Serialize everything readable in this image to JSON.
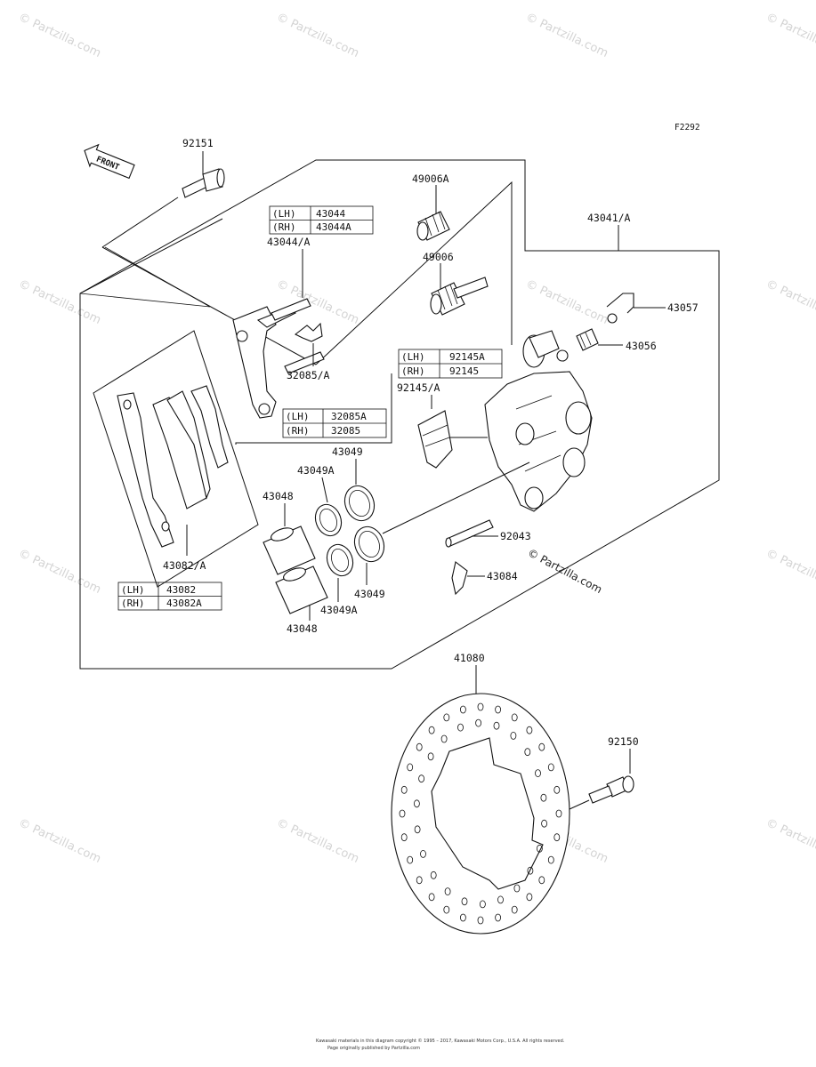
{
  "figure_code": "F2292",
  "front_arrow_label": "FRONT",
  "callouts": {
    "bolt_top": "92151",
    "bolt_disc": "92150",
    "disc": "41080",
    "caliper_assy": "43041/A",
    "holder": "43044/A",
    "boot_a": "49006A",
    "boot": "49006",
    "bleed_cap": "43057",
    "bleed_valve": "43056",
    "spring": "32085/A",
    "spring_clip": "92145/A",
    "pads": "43082/A",
    "seal_a_top": "43049A",
    "seal_top": "43049",
    "piston_top": "43048",
    "seal_a_bot": "43049A",
    "seal_bot": "43049",
    "piston_bot": "43048",
    "pin": "92043",
    "cotter": "43084"
  },
  "tables": {
    "holder": [
      [
        "(LH)",
        "43044"
      ],
      [
        "(RH)",
        "43044A"
      ]
    ],
    "clip": [
      [
        "(LH)",
        "92145A"
      ],
      [
        "(RH)",
        "92145"
      ]
    ],
    "spring": [
      [
        "(LH)",
        "32085A"
      ],
      [
        "(RH)",
        "32085"
      ]
    ],
    "pads": [
      [
        "(LH)",
        "43082"
      ],
      [
        "(RH)",
        "43082A"
      ]
    ]
  },
  "watermark": "© Partzilla.com",
  "partzilla_mark": "© Partzilla.com",
  "footer_line1": "Kawasaki materials in this diagram copyright © 1995 – 2017, Kawasaki Motors Corp., U.S.A. All rights reserved.",
  "footer_line2": "Page originally published by Partzilla.com"
}
